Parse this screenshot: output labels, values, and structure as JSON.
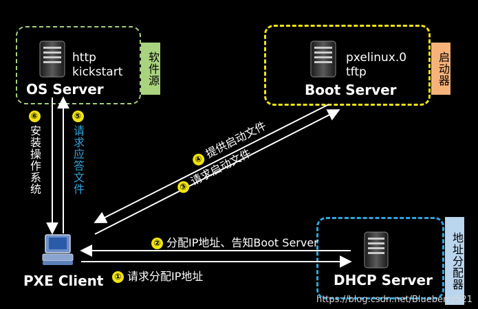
{
  "os_server": {
    "title": "OS Server",
    "protocols": [
      "http",
      "kickstart"
    ],
    "tag": "软件源",
    "icon": "server-icon"
  },
  "boot_server": {
    "title": "Boot Server",
    "protocols": [
      "pxelinux.0",
      "tftp"
    ],
    "tag": "启动器",
    "icon": "server-icon"
  },
  "dhcp_server": {
    "title": "DHCP Server",
    "tag": "地址分配器",
    "icon": "server-icon"
  },
  "client": {
    "title": "PXE Client",
    "icon": "computer-icon"
  },
  "steps": [
    {
      "num": "①",
      "text": "请求分配IP地址"
    },
    {
      "num": "②",
      "text": "分配IP地址、告知Boot  Server"
    },
    {
      "num": "③",
      "text": "请求启动文件"
    },
    {
      "num": "④",
      "text": "提供启动文件"
    },
    {
      "num": "⑤",
      "text": "请求应答文件"
    },
    {
      "num": "⑥",
      "text": "安装操作系统"
    }
  ],
  "watermark": "https://blog.csdn.net/Blueberry521",
  "colors": {
    "os_border": "#a7d27a",
    "boot_border": "#f1e40e",
    "dhcp_border": "#2ea6df",
    "step5_text": "#2ea6df",
    "badge": "#f1e40e"
  }
}
